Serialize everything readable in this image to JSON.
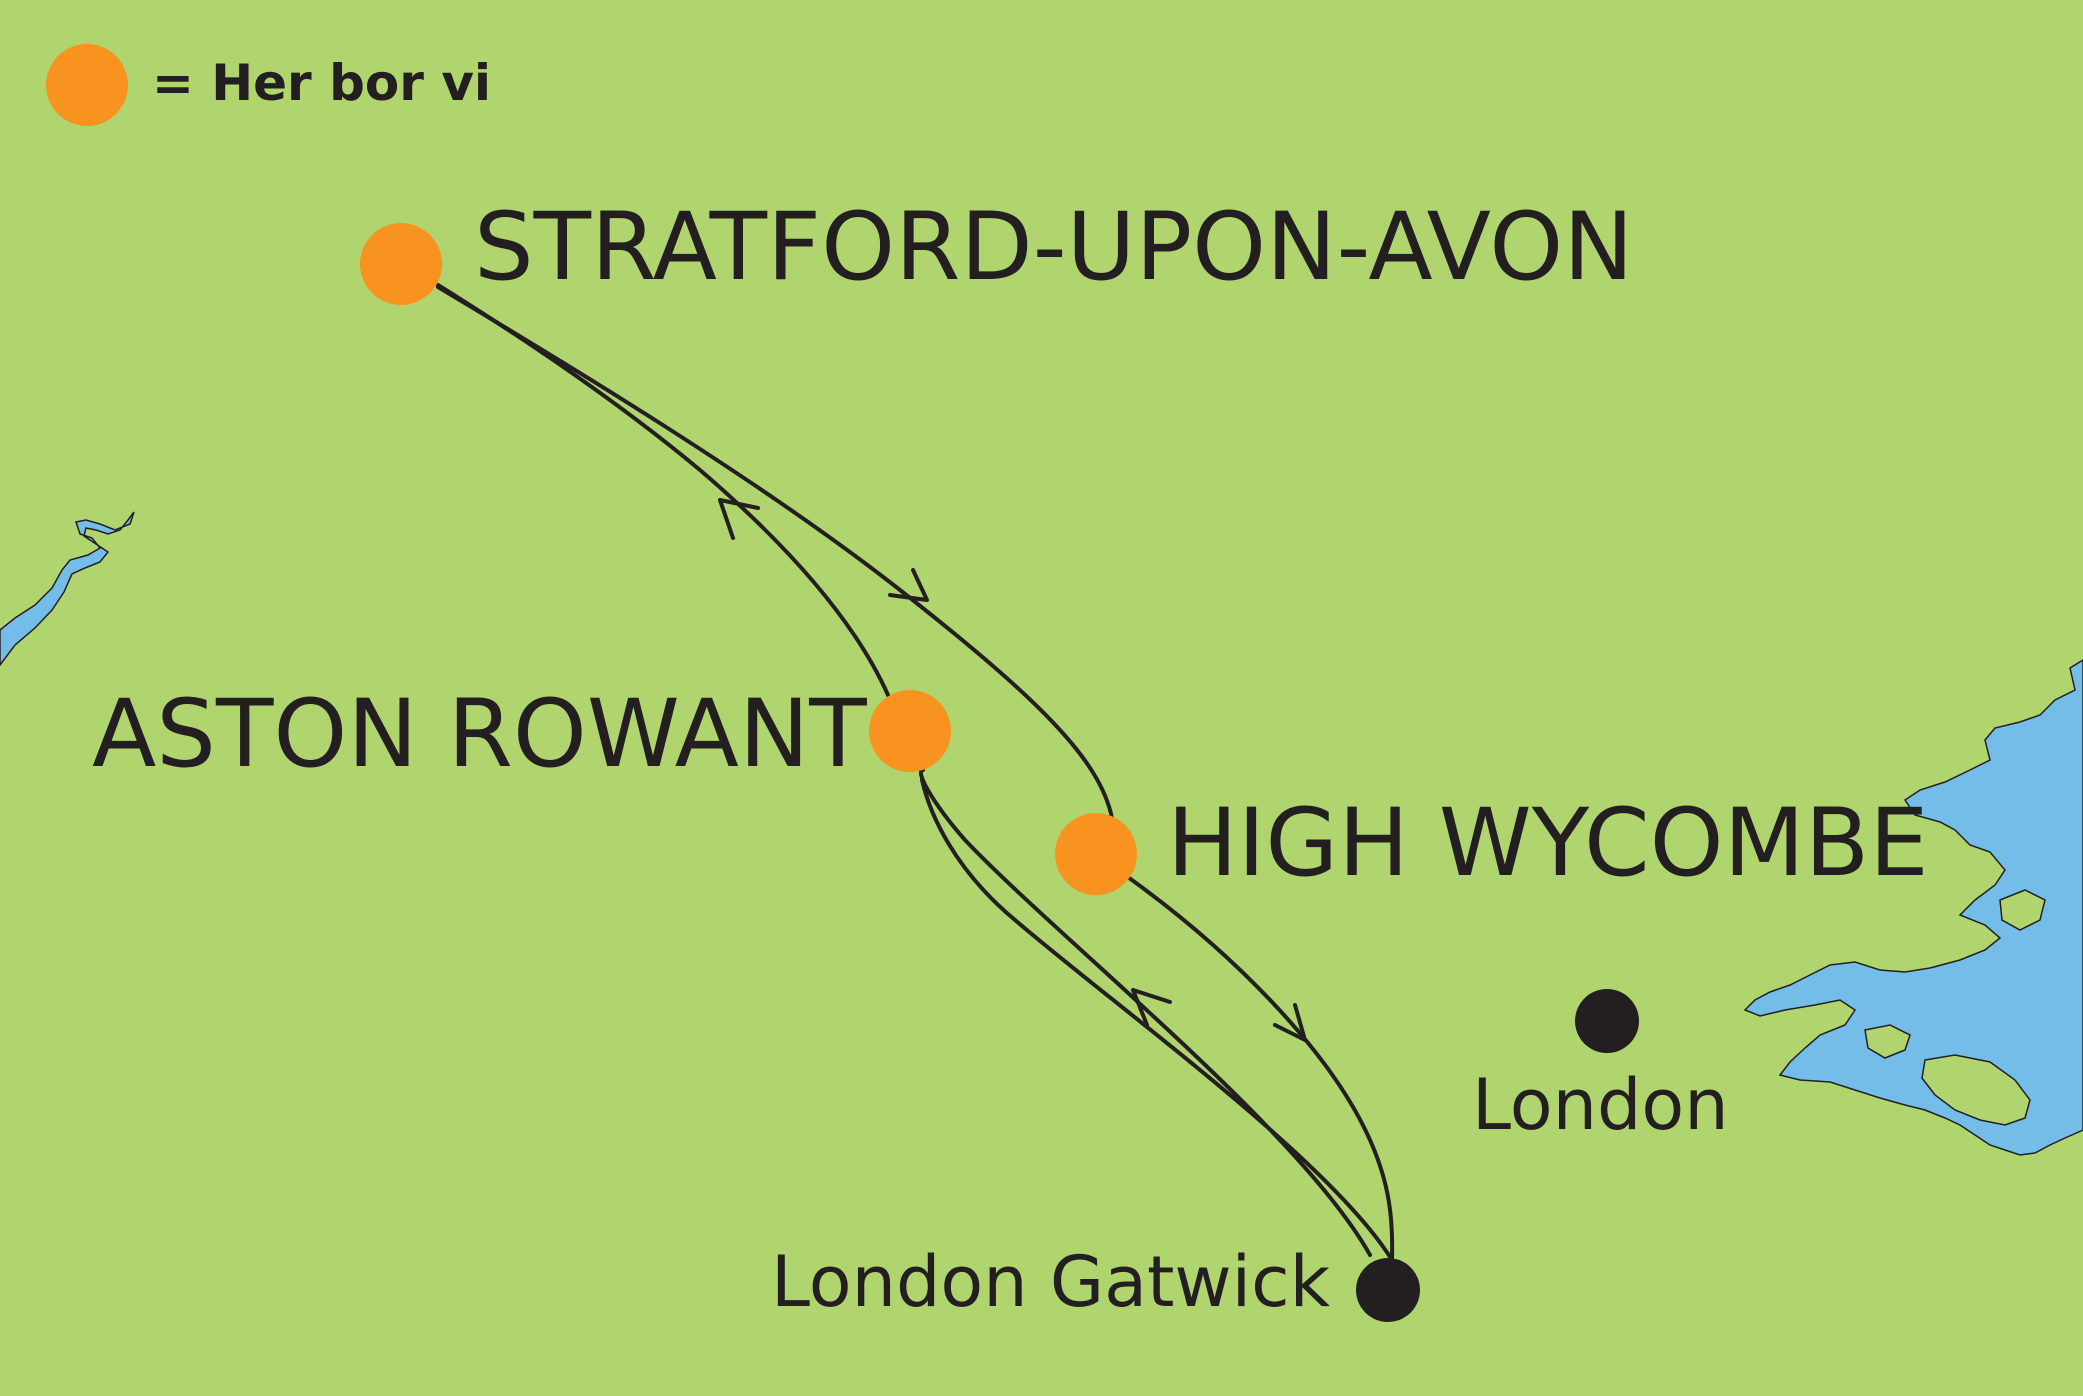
{
  "legend": {
    "text": "= Her bor vi",
    "marker_color": "#f7931e"
  },
  "colors": {
    "land": "#b0d56f",
    "water": "#73bde8",
    "home": "#f7931e",
    "airport": "#231f20"
  },
  "places": {
    "stratford": {
      "name": "STRATFORD-UPON-AVON",
      "type": "home"
    },
    "aston_rowant": {
      "name": "ASTON ROWANT",
      "type": "home"
    },
    "high_wycombe": {
      "name": "HIGH WYCOMBE",
      "type": "home"
    },
    "london": {
      "name": "London",
      "type": "city"
    },
    "gatwick": {
      "name": "London Gatwick",
      "type": "airport"
    }
  },
  "routes": [
    {
      "from": "London Gatwick",
      "to": "ASTON ROWANT"
    },
    {
      "from": "ASTON ROWANT",
      "to": "STRATFORD-UPON-AVON"
    },
    {
      "from": "STRATFORD-UPON-AVON",
      "to": "HIGH WYCOMBE"
    },
    {
      "from": "HIGH WYCOMBE",
      "to": "London Gatwick"
    }
  ]
}
